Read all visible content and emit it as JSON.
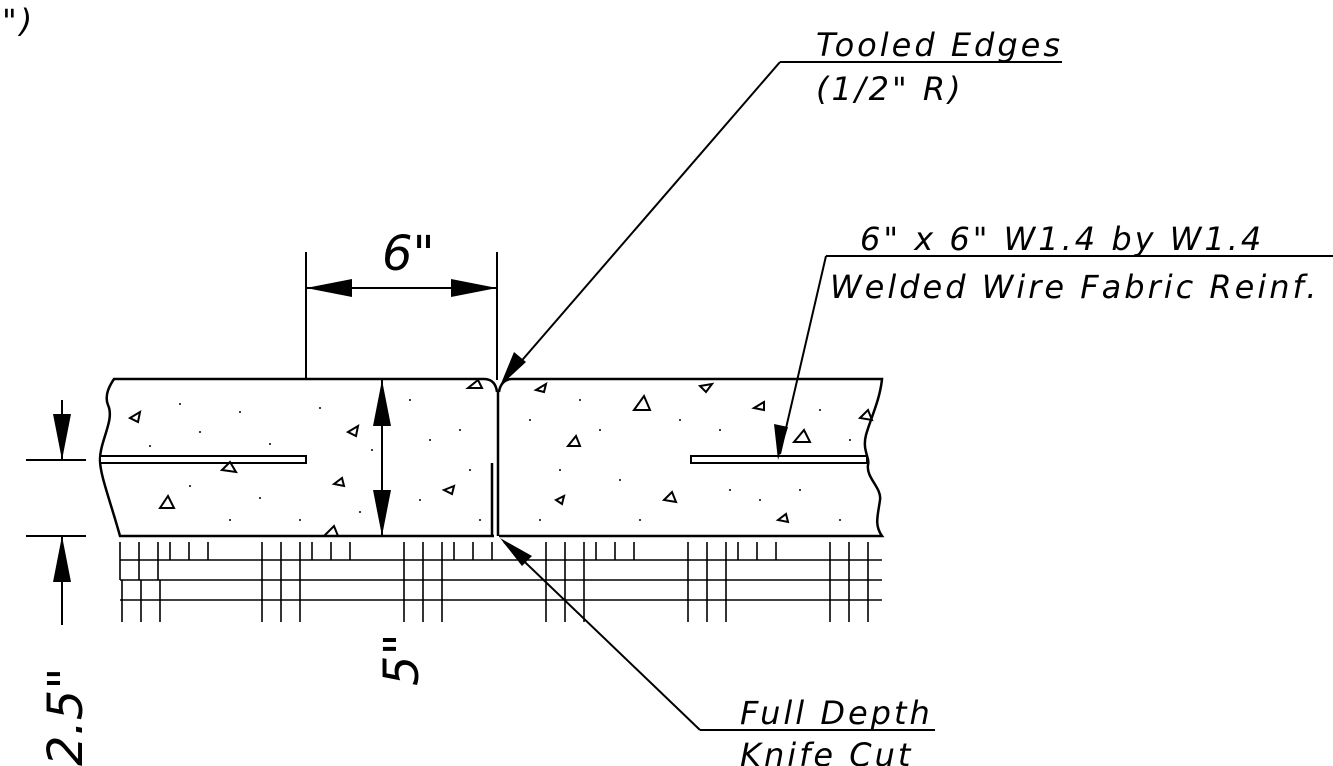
{
  "annotations": {
    "tooled_edges": {
      "line1": "Tooled Edges",
      "line2": "(1/2\" R)"
    },
    "wire_fabric": {
      "line1": "6\" x 6\" W1.4 by W1.4",
      "line2": "Welded Wire Fabric Reinf."
    },
    "knife_cut": {
      "line1": "Full Depth",
      "line2": "Knife Cut"
    },
    "corner_fragment": "\")"
  },
  "dimensions": {
    "joint_spacing": "6\"",
    "slab_depth": "5\"",
    "reinforcement_depth": "2.5\""
  }
}
